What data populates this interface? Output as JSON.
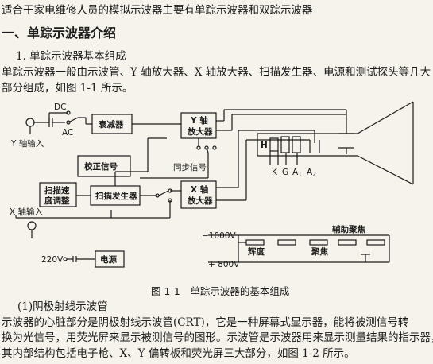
{
  "intro_line": "适合于家电维修人员的模拟示波器主要有单踪示波器和双踪示波器",
  "section_heading": "一、单踪示波器介绍",
  "subsection_1": "1. 单踪示波器基本组成",
  "paragraph_1": [
    "单踪示波器一般由示波管、Y 轴放大器、X 轴放大器、扫描发生器、电源和测试探头等几大",
    "部分组成，如图 1-1 所示。"
  ],
  "figure": {
    "dc": "DC",
    "ac": "AC",
    "y_input": "Y 轴输入",
    "attenuator": "衰减器",
    "y_amp_1": "Y 轴",
    "y_amp_2": "放大器",
    "calib": "校正信号",
    "sync": "同步信号",
    "sweep_adj_1": "扫描速",
    "sweep_adj_2": "度调整",
    "sweep_gen": "扫描发生器",
    "x_amp_1": "X 轴",
    "x_amp_2": "放大器",
    "x_input": "X 轴输入",
    "v220": "220V",
    "power": "电源",
    "h": "H",
    "k": "K",
    "g": "G",
    "a1": "A",
    "a1_sub": "1",
    "a2": "A",
    "a2_sub": "2",
    "neg_hv": "−1000V",
    "pos_hv": "+ 800V",
    "brightness": "辉度",
    "focus": "聚焦",
    "aux_focus": "辅助聚焦"
  },
  "caption": "图 1-1　单踪示波器的基本组成",
  "subsection_2": "(1)阴极射线示波管",
  "paragraph_2": [
    "示波器的心脏部分是阴极射线示波管(CRT)，它是一种屏幕式显示器，能将被测信号转",
    "换为光信号，用荧光屏来显示被测信号的图形。示波管是示波器用来显示测量结果的指示器，",
    "其内部结构包括电子枪、X、Y 偏转板和荧光屏三大部分，如图 1-2 所示。"
  ]
}
